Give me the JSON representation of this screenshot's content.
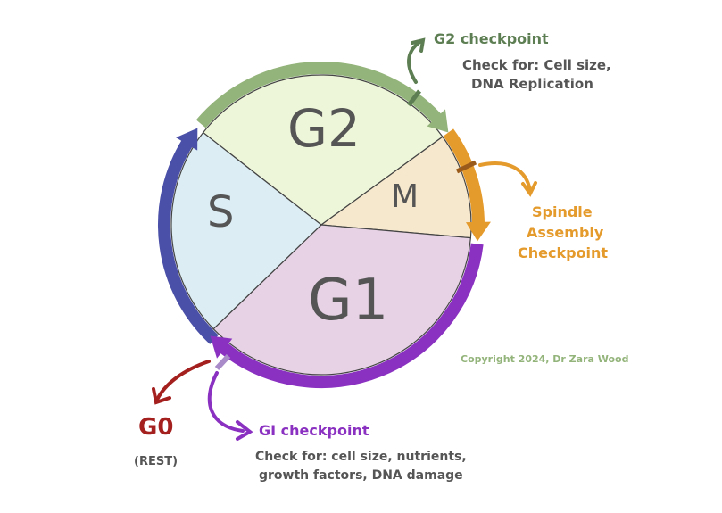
{
  "phases": {
    "g2": "G2",
    "m": "M",
    "s": "S",
    "g1": "G1"
  },
  "g2_checkpoint": {
    "title": "G2 checkpoint",
    "line1": "Check for: Cell size,",
    "line2": "DNA Replication"
  },
  "spindle_checkpoint": {
    "line1": "Spindle",
    "line2": "Assembly",
    "line3": "Checkpoint"
  },
  "g1_checkpoint": {
    "title": "GI checkpoint",
    "line1": "Check for: cell size, nutrients,",
    "line2": "growth factors, DNA damage"
  },
  "g0": {
    "label": "G0",
    "sub": "(REST)"
  },
  "copyright": "Copyright 2024, Dr Zara Wood",
  "colors": {
    "g2_fill": "#eef6d9",
    "m_fill": "#f6e8cd",
    "g1_fill": "#e6d2e4",
    "s_fill": "#dceef4",
    "g2_arc": "#93b47a",
    "m_arc": "#e59a2c",
    "g1_arc": "#8b31c1",
    "s_arc": "#4a4fa8",
    "g2_text": "#5d7e52",
    "text_gray": "#555555",
    "g0": "#a3201f"
  }
}
